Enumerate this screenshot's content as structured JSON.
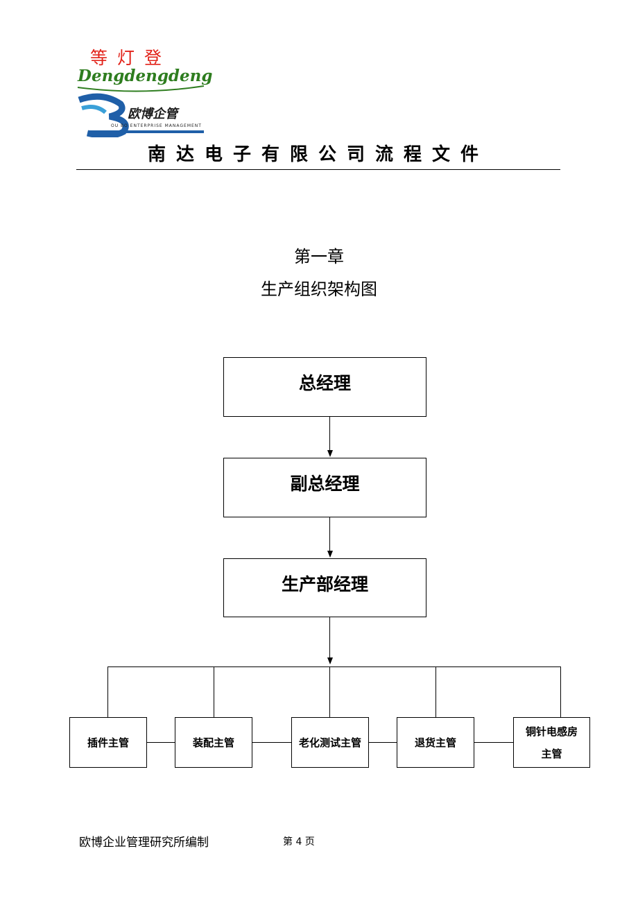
{
  "logo": {
    "chinese_mark": "等灯登",
    "english_mark": "Dengdengdeng",
    "brand": "欧博企管",
    "subtitle": "OU BO ENTERPRISE MANAGEMENT"
  },
  "header": {
    "title": "南达电子有限公司流程文件"
  },
  "chapter": {
    "number": "第一章",
    "title": "生产组织架构图"
  },
  "org_chart": {
    "levels": [
      "总经理",
      "副总经理",
      "生产部经理"
    ],
    "supervisors": [
      "插件主管",
      "装配主管",
      "老化测试主管",
      "退货主管",
      "铜针电感房主管"
    ]
  },
  "footer": {
    "publisher": "欧博企业管理研究所编制",
    "page": "第 4 页"
  }
}
